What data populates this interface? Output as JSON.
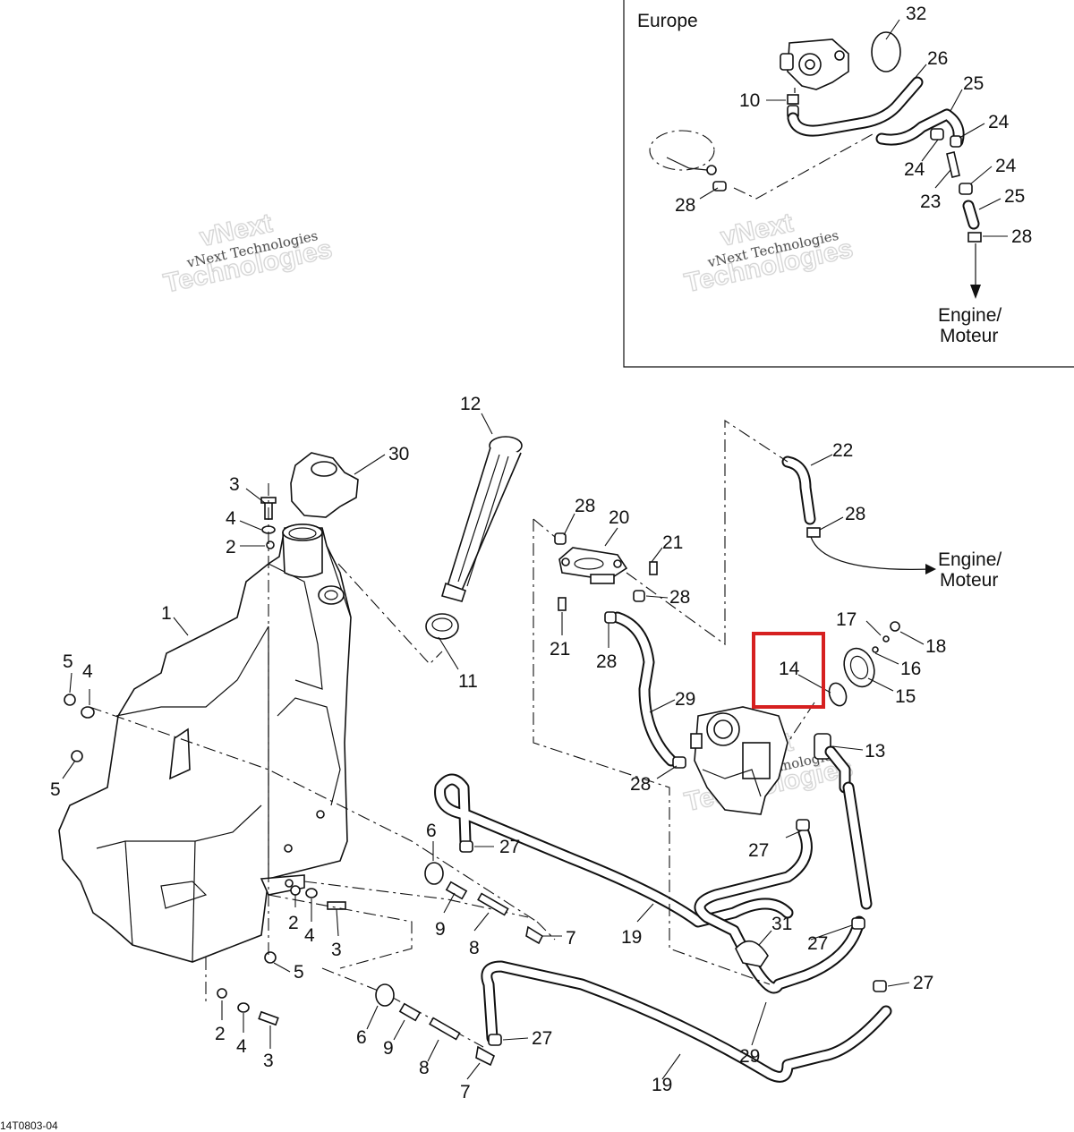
{
  "inset": {
    "title": "Europe",
    "destination": [
      "Engine/",
      "Moteur"
    ]
  },
  "main": {
    "destination": [
      "Engine/",
      "Moteur"
    ]
  },
  "watermark": {
    "small": "vNext Technologies",
    "big_line1": "vNext",
    "big_line2": "Technologies"
  },
  "reference_code": "14T0803-04",
  "highlight": {
    "part": "14",
    "color": "#d62020"
  },
  "callouts": {
    "c32": "32",
    "c26": "26",
    "c25a": "25",
    "c24a": "24",
    "c10": "10",
    "c24b": "24",
    "c24c": "24",
    "c23": "23",
    "c25b": "25",
    "c28i1": "28",
    "c28i2": "28",
    "c12": "12",
    "c30": "30",
    "c3a": "3",
    "c4a": "4",
    "c2a": "2",
    "c1": "1",
    "c11": "11",
    "c28a": "28",
    "c20": "20",
    "c21a": "21",
    "c28b": "28",
    "c21b": "21",
    "c28c": "28",
    "c22": "22",
    "c28d": "28",
    "c17": "17",
    "c18": "18",
    "c14": "14",
    "c16": "16",
    "c15": "15",
    "c13": "13",
    "c29a": "29",
    "c28e": "28",
    "c5a": "5",
    "c4b": "4",
    "c5b": "5",
    "c6a": "6",
    "c27a": "27",
    "c27b": "27",
    "c9a": "9",
    "c8a": "8",
    "c7a": "7",
    "c19a": "19",
    "c2b": "2",
    "c4c": "4",
    "c3b": "3",
    "c5c": "5",
    "c31": "31",
    "c27c": "27",
    "c27d": "27",
    "c2c": "2",
    "c4d": "4",
    "c3c": "3",
    "c6b": "6",
    "c9b": "9",
    "c8b": "8",
    "c27e": "27",
    "c7b": "7",
    "c29b": "29",
    "c19b": "19"
  }
}
